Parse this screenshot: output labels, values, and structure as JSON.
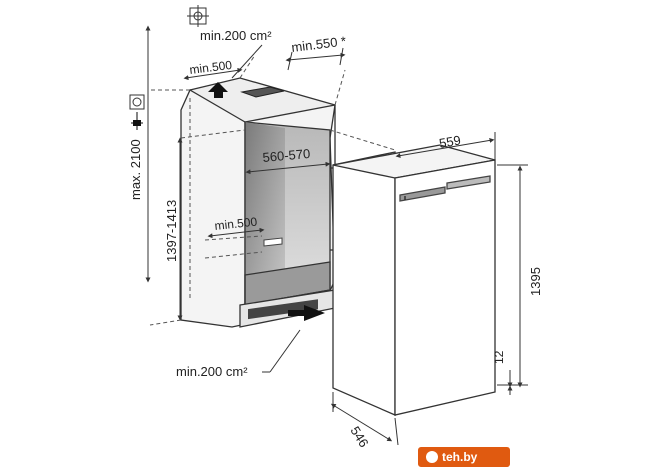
{
  "labels": {
    "vent_top": "min.200 cm²",
    "depth_top": "min.550 *",
    "gap_top": "min.500",
    "height_max": "max. 2100",
    "niche_height": "1397-1413",
    "niche_width": "560-570",
    "gap_bottom": "min.500",
    "vent_bottom": "min.200 cm²",
    "width_unit": "559",
    "height_unit": "1395",
    "base_gap": "12",
    "depth_unit": "546"
  },
  "icons": [
    "wall-mount-icon",
    "power-socket-icon",
    "plug-icon"
  ],
  "watermark": {
    "text": "teh.by",
    "color": "#e05a10"
  },
  "colors": {
    "line": "#333333",
    "dash": "#555555",
    "shade_dark": "#8a8a8a",
    "shade_light": "#d6d6d6"
  }
}
